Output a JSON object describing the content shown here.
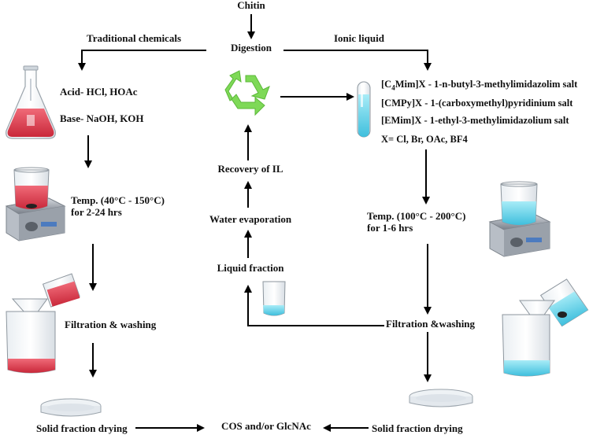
{
  "top": {
    "chitin": "Chitin",
    "digestion": "Digestion"
  },
  "branches": {
    "left": "Traditional chemicals",
    "right": "Ionic liquid"
  },
  "traditional": {
    "acid": "Acid- HCl, HOAc",
    "base": "Base- NaOH, KOH",
    "temp_line1": "Temp. (40°C - 150°C)",
    "temp_line2": "for 2-24 hrs",
    "filtration": "Filtration & washing",
    "drying": "Solid fraction drying"
  },
  "ionic": {
    "salts": [
      {
        "prefix": "[C",
        "sub": "4",
        "rest": "Mim]X - 1-n-butyl-3-methylimidazolim salt"
      },
      {
        "prefix": "[CMPy]X - 1-(carboxymethyl)pyridinium salt",
        "sub": "",
        "rest": ""
      },
      {
        "prefix": "[EMim]X - 1-ethyl-3-methylimidazolium salt",
        "sub": "",
        "rest": ""
      }
    ],
    "anions": "X= Cl, Br, OAc, BF4",
    "temp_line1": "Temp. (100°C - 200°C)",
    "temp_line2": "for 1-6 hrs",
    "filtration": "Filtration &washing",
    "drying": "Solid fraction drying"
  },
  "recovery": {
    "liquid": "Liquid fraction",
    "evaporation": "Water evaporation",
    "recovery": "Recovery of IL"
  },
  "product": "COS and/or GlcNAc",
  "colors": {
    "red_liquid": "#e0404e",
    "blue_liquid": "#6fd3ea",
    "recycle_green": "#7ed957",
    "arrow": "#000000"
  }
}
